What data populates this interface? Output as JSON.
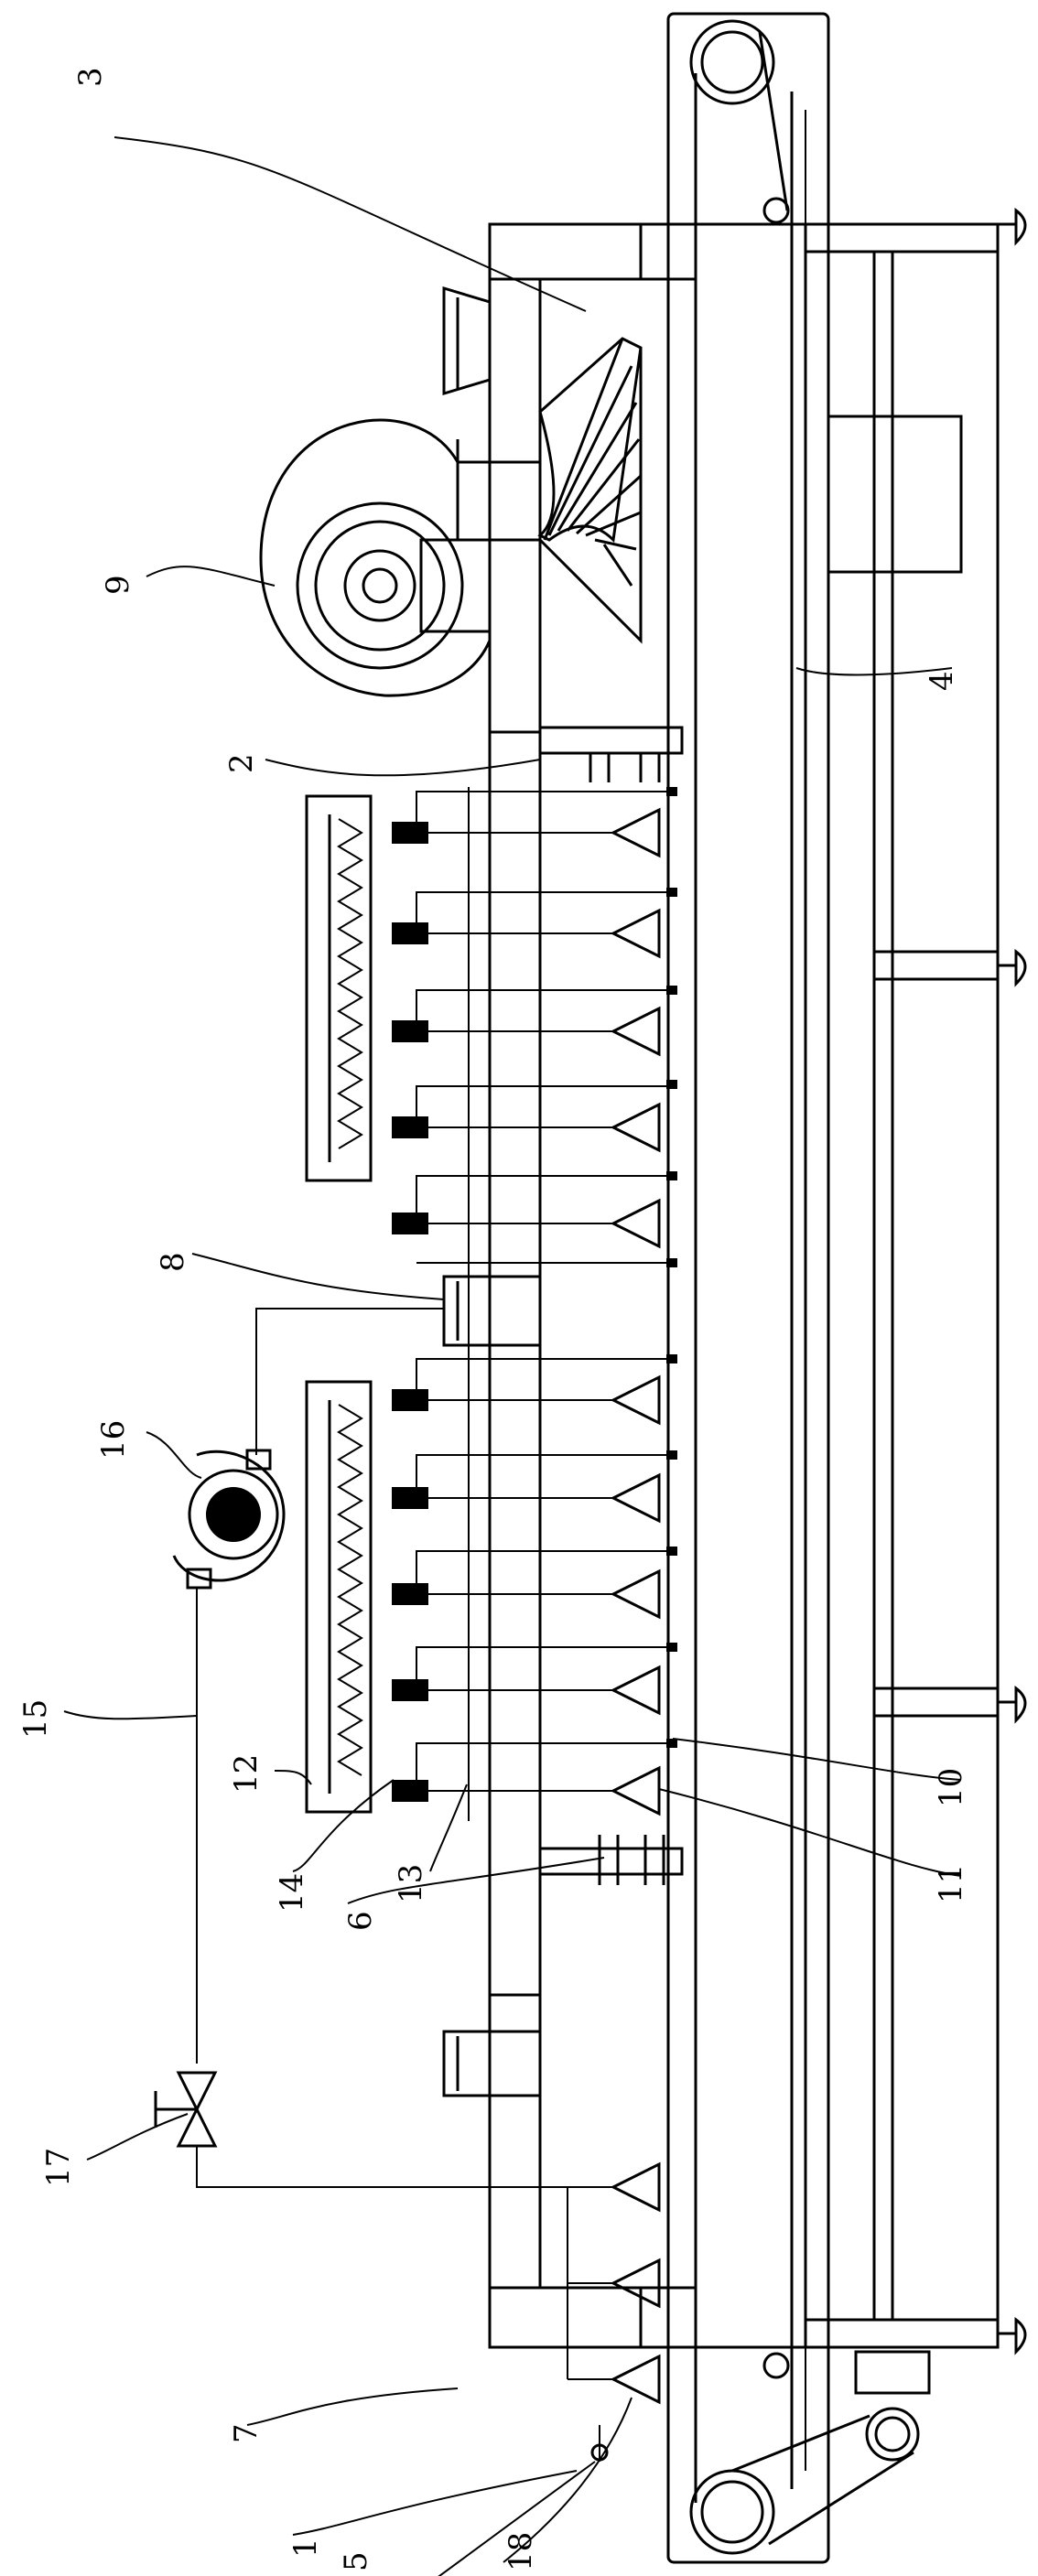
{
  "figure": {
    "labels": {
      "l1": "1",
      "l2": "2",
      "l3": "3",
      "l4": "4",
      "l5": "5",
      "l6": "6",
      "l7": "7",
      "l8": "8",
      "l9": "9",
      "l10": "10",
      "l11": "11",
      "l12": "12",
      "l13": "13",
      "l14": "14",
      "l15": "15",
      "l16": "16",
      "l17": "17",
      "l18": "18"
    }
  }
}
